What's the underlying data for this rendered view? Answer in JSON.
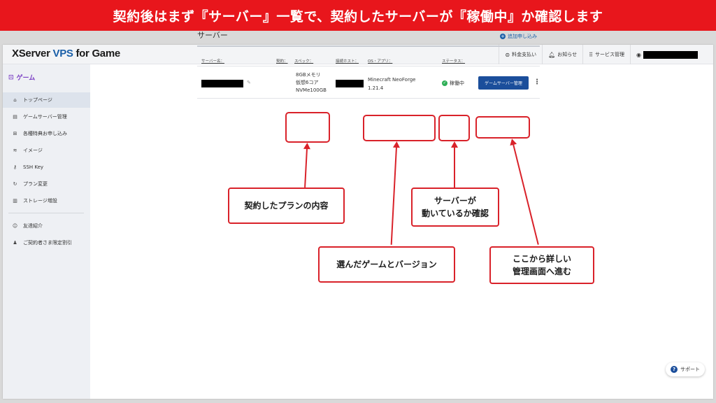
{
  "banner": {
    "text": "契約後はまず『サーバー』一覧で、契約したサーバーが『稼働中』か確認します"
  },
  "app": {
    "logo_main": "XServer ",
    "logo_vps": "VPS",
    "logo_tail": " for Game"
  },
  "topnav": {
    "items": [
      {
        "icon": "yen-icon",
        "label": "料金支払い"
      },
      {
        "icon": "bell-icon",
        "label": "お知らせ"
      },
      {
        "icon": "grid-icon",
        "label": "サービス管理"
      }
    ]
  },
  "sidebar": {
    "header": "ゲーム",
    "items": [
      {
        "icon": "home-icon",
        "label": "トップページ",
        "active": true
      },
      {
        "icon": "server-icon",
        "label": "ゲームサーバー管理"
      },
      {
        "icon": "gift-icon",
        "label": "各種特典お申し込み"
      },
      {
        "icon": "layers-icon",
        "label": "イメージ"
      },
      {
        "icon": "key-icon",
        "label": "SSH Key"
      },
      {
        "icon": "refresh-icon",
        "label": "プラン変更"
      },
      {
        "icon": "storage-icon",
        "label": "ストレージ増設"
      },
      {
        "icon": "person-icon",
        "label": "友達紹介"
      },
      {
        "icon": "person-badge-icon",
        "label": "ご契約者さま限定割引"
      }
    ]
  },
  "main": {
    "title": "サーバー",
    "add_link": "追加申し込み",
    "columns": [
      "サーバー名：",
      "契約：",
      "スペック：",
      "接続ホスト：",
      "OS・アプリ：",
      "ステータス："
    ],
    "row": {
      "spec_lines": [
        "8GBメモリ",
        "仮想6コア",
        "NVMe100GB"
      ],
      "os_app": "Minecraft NeoForge 1.21.4",
      "status": "稼働中",
      "manage_button": "ゲームサーバー管理"
    }
  },
  "callouts": {
    "plan": "契約したプランの内容",
    "game": "選んだゲームとバージョン",
    "status_line1": "サーバーが",
    "status_line2": "動いているか確認",
    "manage_line1": "ここから詳しい",
    "manage_line2": "管理画面へ進む"
  },
  "support": {
    "label": "サポート"
  },
  "colors": {
    "banner": "#e8161c",
    "accent_blue": "#1b4e9b",
    "status_green": "#2eae56",
    "annotation_red": "#d9222a",
    "sidebar_purple": "#7b3fc4"
  }
}
